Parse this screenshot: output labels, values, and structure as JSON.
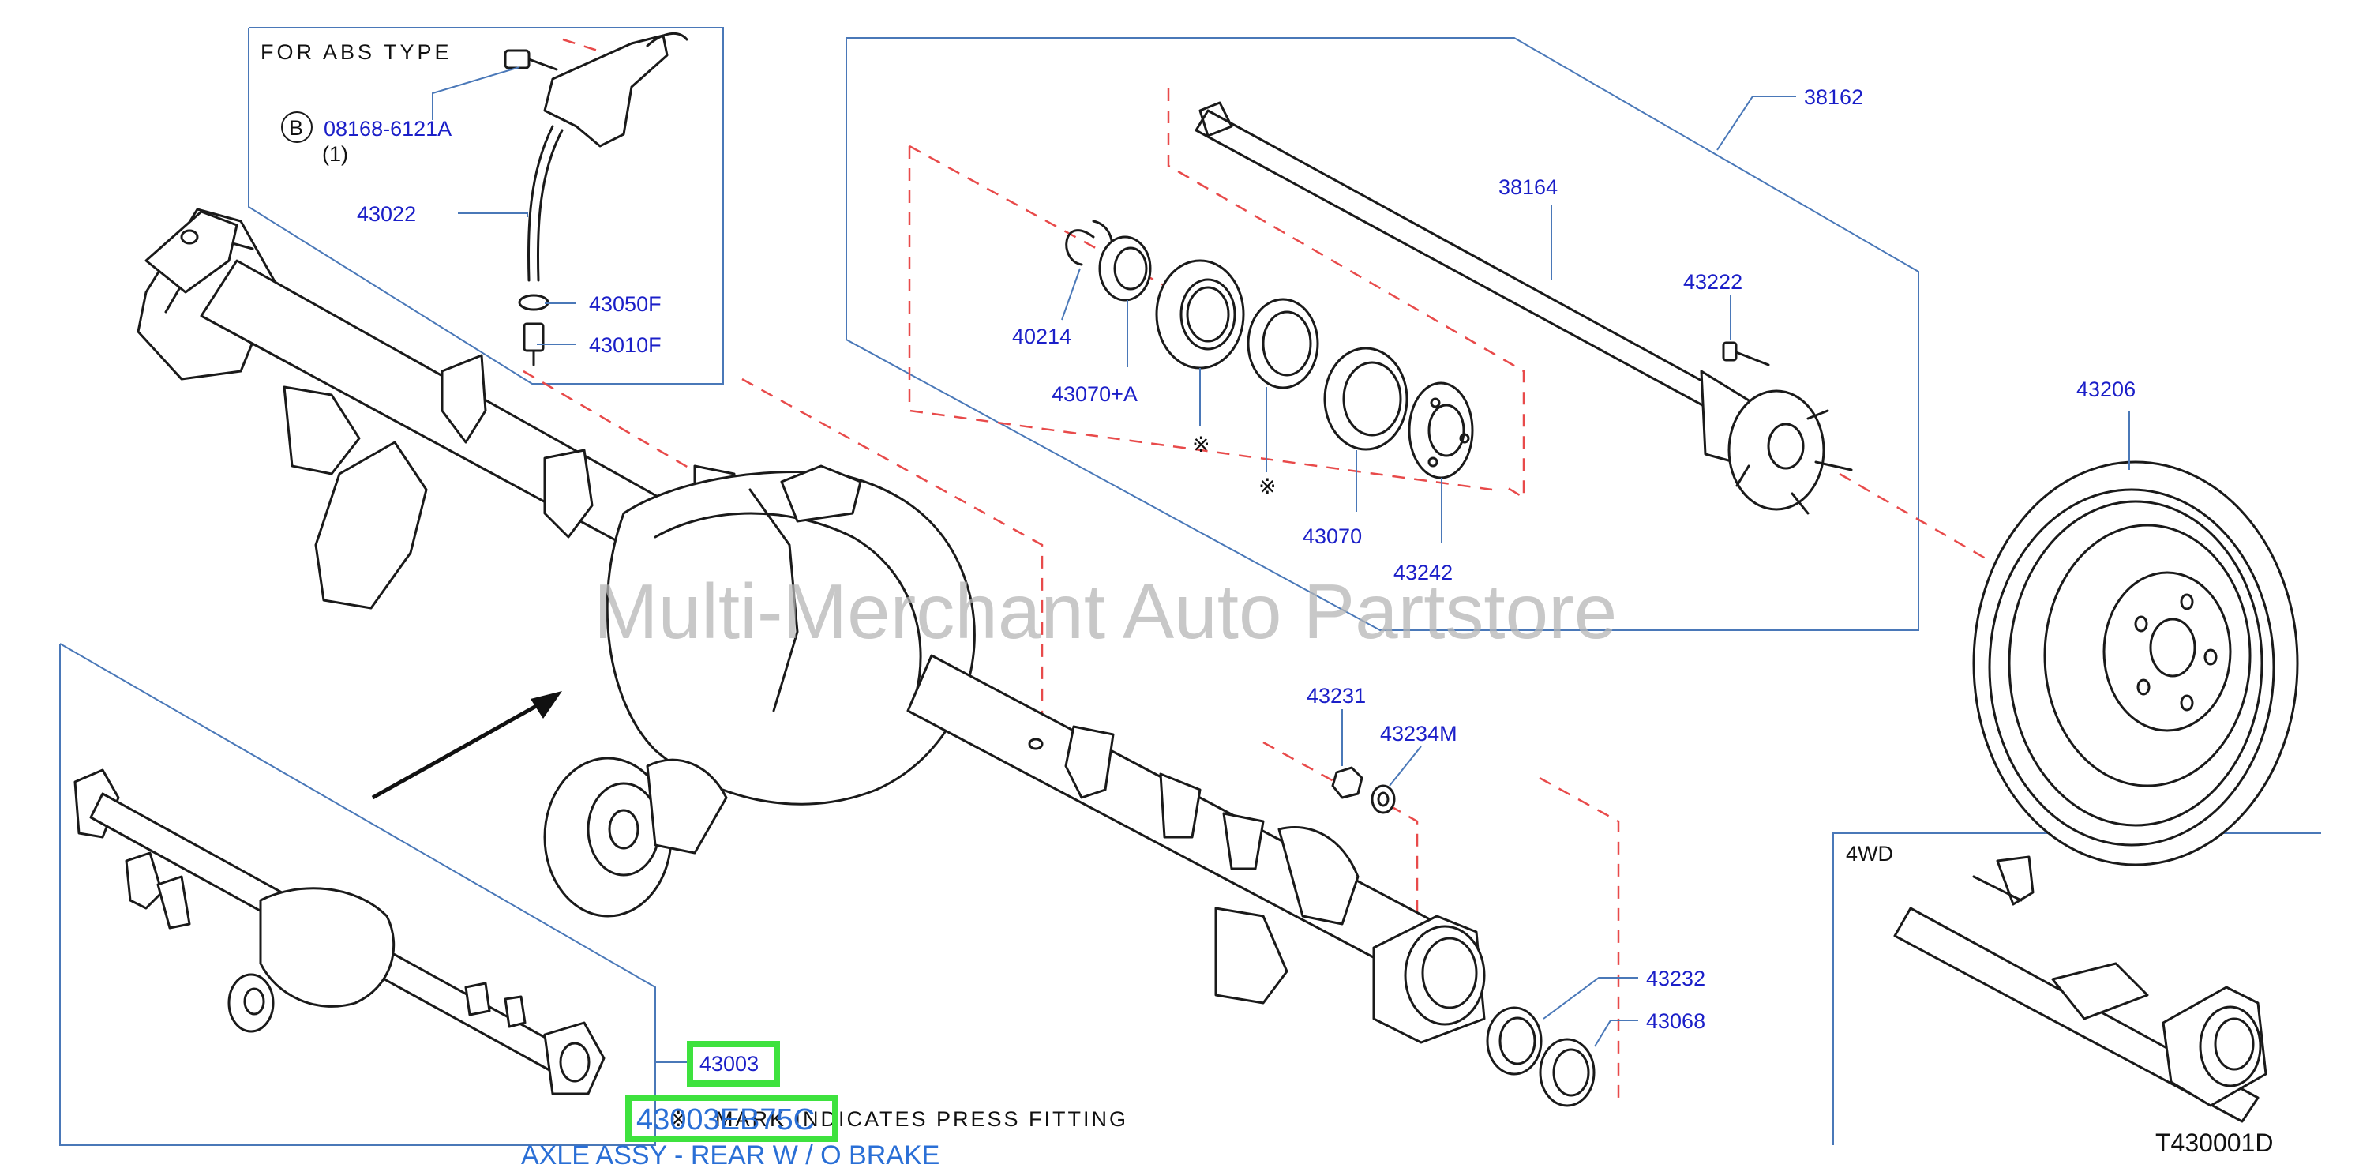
{
  "frames": {
    "abs_title": "FOR ABS TYPE",
    "fwd_title": "4WD"
  },
  "callouts": {
    "bolt_circle": "B",
    "bolt_code": "08168-6121A",
    "bolt_qty": "(1)",
    "p43022": "43022",
    "p43050F": "43050F",
    "p43010F": "43010F",
    "p38162": "38162",
    "p38164": "38164",
    "p40214": "40214",
    "p43070A": "43070+A",
    "p43222": "43222",
    "p43206": "43206",
    "p43070": "43070",
    "p43242": "43242",
    "p43231": "43231",
    "p43234M": "43234M",
    "p43232": "43232",
    "p43068": "43068",
    "p43003": "43003",
    "press_mark": "※",
    "press_note": "MARK INDICATES PRESS FITTING",
    "part_code": "43003EB75C",
    "part_name": "AXLE ASSY - REAR W / O BRAKE",
    "diagram_id": "T430001D"
  },
  "watermark": "Multi-Merchant Auto Partstore",
  "colors": {
    "label_blue": "#1b1fc8",
    "frame_blue": "#4a78b8",
    "dashed_red": "#e84a4a",
    "highlight_green": "#3ee23e",
    "caption_blue": "#2a6fd6",
    "watermark_gray": "#b5b5b5"
  }
}
